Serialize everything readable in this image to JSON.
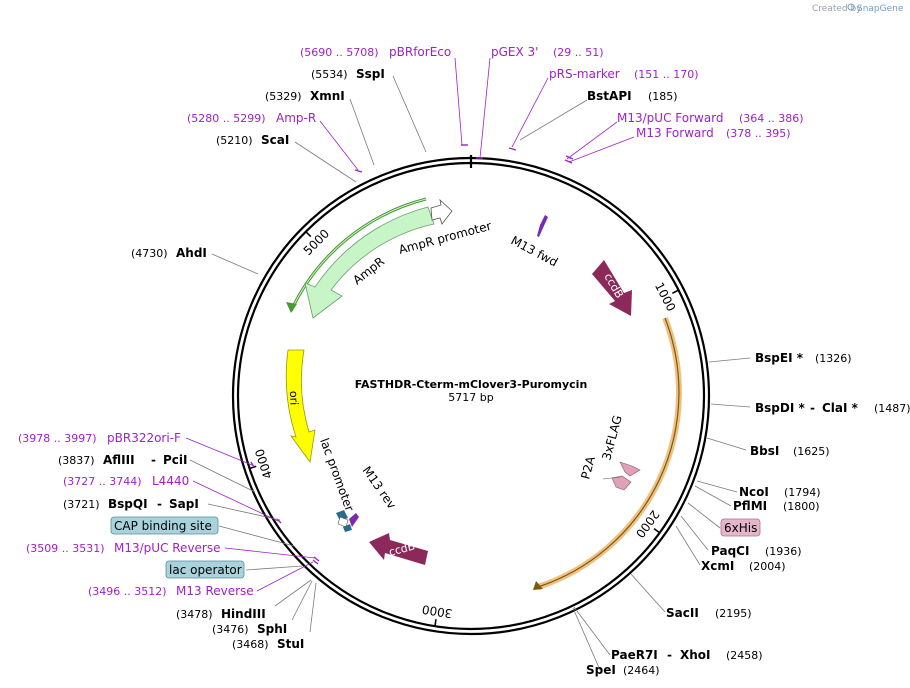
{
  "brand": {
    "created_by": "Created by",
    "name": "SnapGene"
  },
  "plasmid": {
    "name": "FASTHDR-Cterm-mClover3-Puromycin",
    "size": "5717 bp"
  },
  "ticks": [
    {
      "label": "1000",
      "pos": 1000
    },
    {
      "label": "2000",
      "pos": 2000
    },
    {
      "label": "3000",
      "pos": 3000
    },
    {
      "label": "4000",
      "pos": 4000
    },
    {
      "label": "5000",
      "pos": 5000
    }
  ],
  "sites": [
    {
      "name": "SspI",
      "pos": "(5534)"
    },
    {
      "name": "XmnI",
      "pos": "(5329)"
    },
    {
      "name": "ScaI",
      "pos": "(5210)"
    },
    {
      "name": "AhdI",
      "pos": "(4730)"
    },
    {
      "name": "BstAPI",
      "pos": "(185)"
    },
    {
      "name": "BspEI *",
      "pos": "(1326)"
    },
    {
      "name": "BspDI *",
      "extra": "ClaI *",
      "pos": "(1487)"
    },
    {
      "name": "BbsI",
      "pos": "(1625)"
    },
    {
      "name": "NcoI",
      "pos": "(1794)"
    },
    {
      "name": "PflMI",
      "pos": "(1800)"
    },
    {
      "name": "PaqCI",
      "pos": "(1936)"
    },
    {
      "name": "XcmI",
      "pos": "(2004)"
    },
    {
      "name": "SacII",
      "pos": "(2195)"
    },
    {
      "name": "PaeR7I",
      "extra": "XhoI",
      "pos": "(2458)"
    },
    {
      "name": "SpeI",
      "pos": "(2464)"
    },
    {
      "name": "StuI",
      "pos": "(3468)"
    },
    {
      "name": "SphI",
      "pos": "(3476)"
    },
    {
      "name": "HindIII",
      "pos": "(3478)"
    },
    {
      "name": "BspQI",
      "extra": "SapI",
      "pos": "(3721)"
    },
    {
      "name": "AflIII",
      "extra": "PciI",
      "pos": "(3837)"
    }
  ],
  "primers": [
    {
      "name": "pBRforEco",
      "range": "(5690 .. 5708)"
    },
    {
      "name": "pGEX 3'",
      "range": "(29 .. 51)"
    },
    {
      "name": "pRS-marker",
      "range": "(151 .. 170)"
    },
    {
      "name": "M13/pUC Forward",
      "range": "(364 .. 386)"
    },
    {
      "name": "M13 Forward",
      "range": "(378 .. 395)"
    },
    {
      "name": "Amp-R",
      "range": "(5280 .. 5299)"
    },
    {
      "name": "pBR322ori-F",
      "range": "(3978 .. 3997)"
    },
    {
      "name": "L4440",
      "range": "(3727 .. 3744)"
    },
    {
      "name": "M13/pUC Reverse",
      "range": "(3509 .. 3531)"
    },
    {
      "name": "M13 Reverse",
      "range": "(3496 .. 3512)"
    }
  ],
  "boxed_features": [
    {
      "name": "6xHis",
      "fill": "#e8b4cc"
    },
    {
      "name": "CAP binding site",
      "fill": "#a9d3dc"
    },
    {
      "name": "lac operator",
      "fill": "#a9d3dc"
    }
  ],
  "features": {
    "ampr": "AmpR",
    "ampr_promoter": "AmpR promoter",
    "m13_fwd": "M13 fwd",
    "ccdb_top": "ccdB",
    "ccdb_bottom": "ccdB",
    "ori": "ori",
    "lac_promoter": "lac promoter",
    "m13_rev": "M13 rev",
    "p2a": "P2A",
    "flag": "3xFLAG"
  },
  "colors": {
    "ccdb": "#8b2a5a",
    "ampr": "#c8f5c8",
    "ori": "#ffff00",
    "insert_arc": "#f0c080",
    "primer": "#a020c8",
    "amp_arc": "#4a9a30"
  }
}
